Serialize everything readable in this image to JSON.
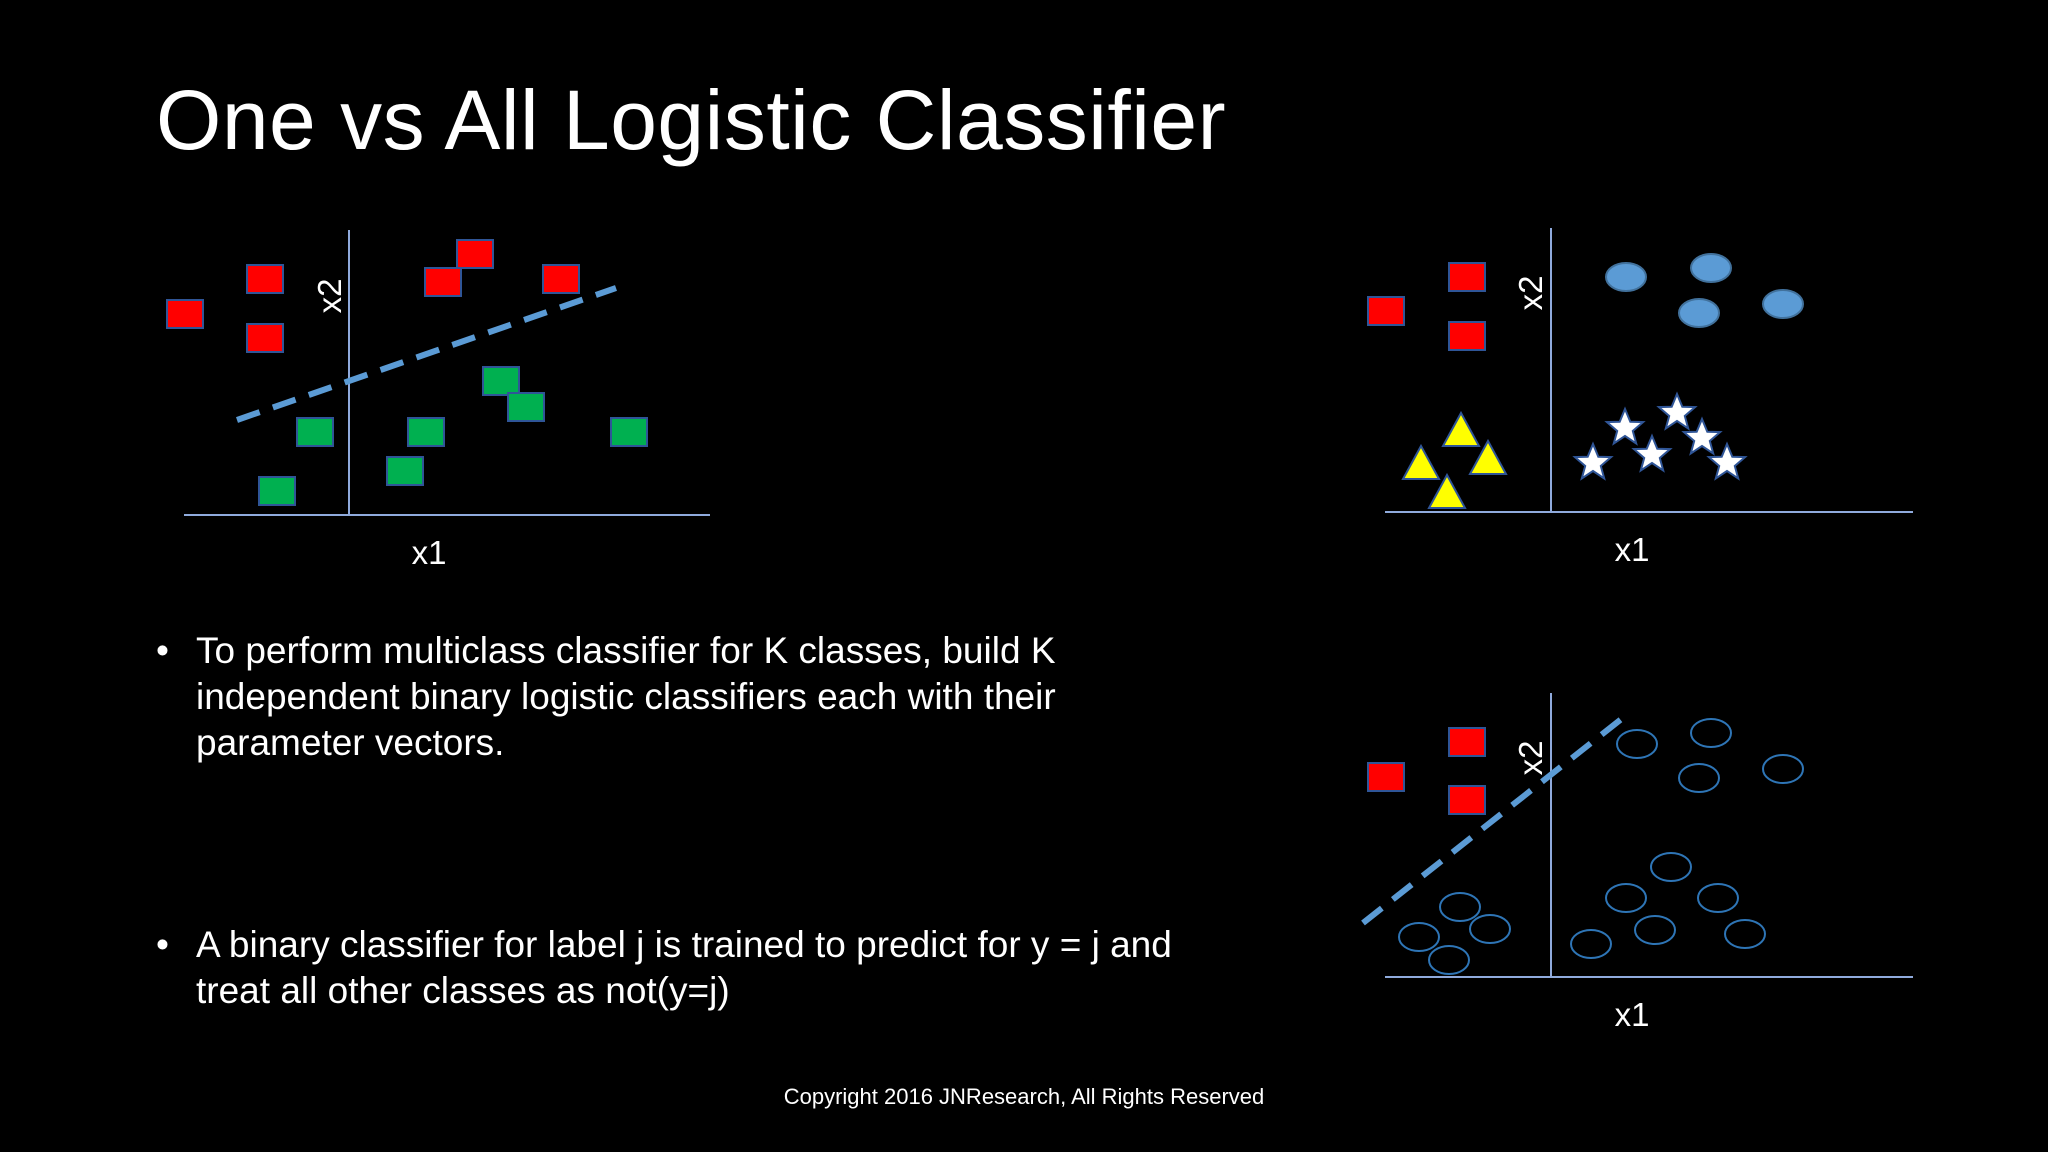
{
  "title": "One vs All Logistic Classifier",
  "bullets": [
    "To perform multiclass classifier for K classes, build K independent binary logistic classifiers each with their parameter vectors.",
    "A binary classifier for label j is trained to predict for y = j and treat all other classes as not(y=j)"
  ],
  "bullet_glyph": "•",
  "copyright": "Copyright 2016 JNResearch, All Rights Reserved",
  "plots": {
    "left": {
      "x_label": "x1",
      "y_label": "x2"
    },
    "top_right": {
      "x_label": "x1",
      "y_label": "x2"
    },
    "bottom_right": {
      "x_label": "x1",
      "y_label": "x2"
    }
  },
  "colors": {
    "background": "#000000",
    "text": "#ffffff",
    "axis": "#8faadc",
    "class_square_red": "#ff0000",
    "class_square_green": "#00b050",
    "class_circle": "#5b9bd5",
    "class_triangle": "#ffff00",
    "class_star": "#ffffff",
    "decision_boundary": "#5b9bd5"
  }
}
